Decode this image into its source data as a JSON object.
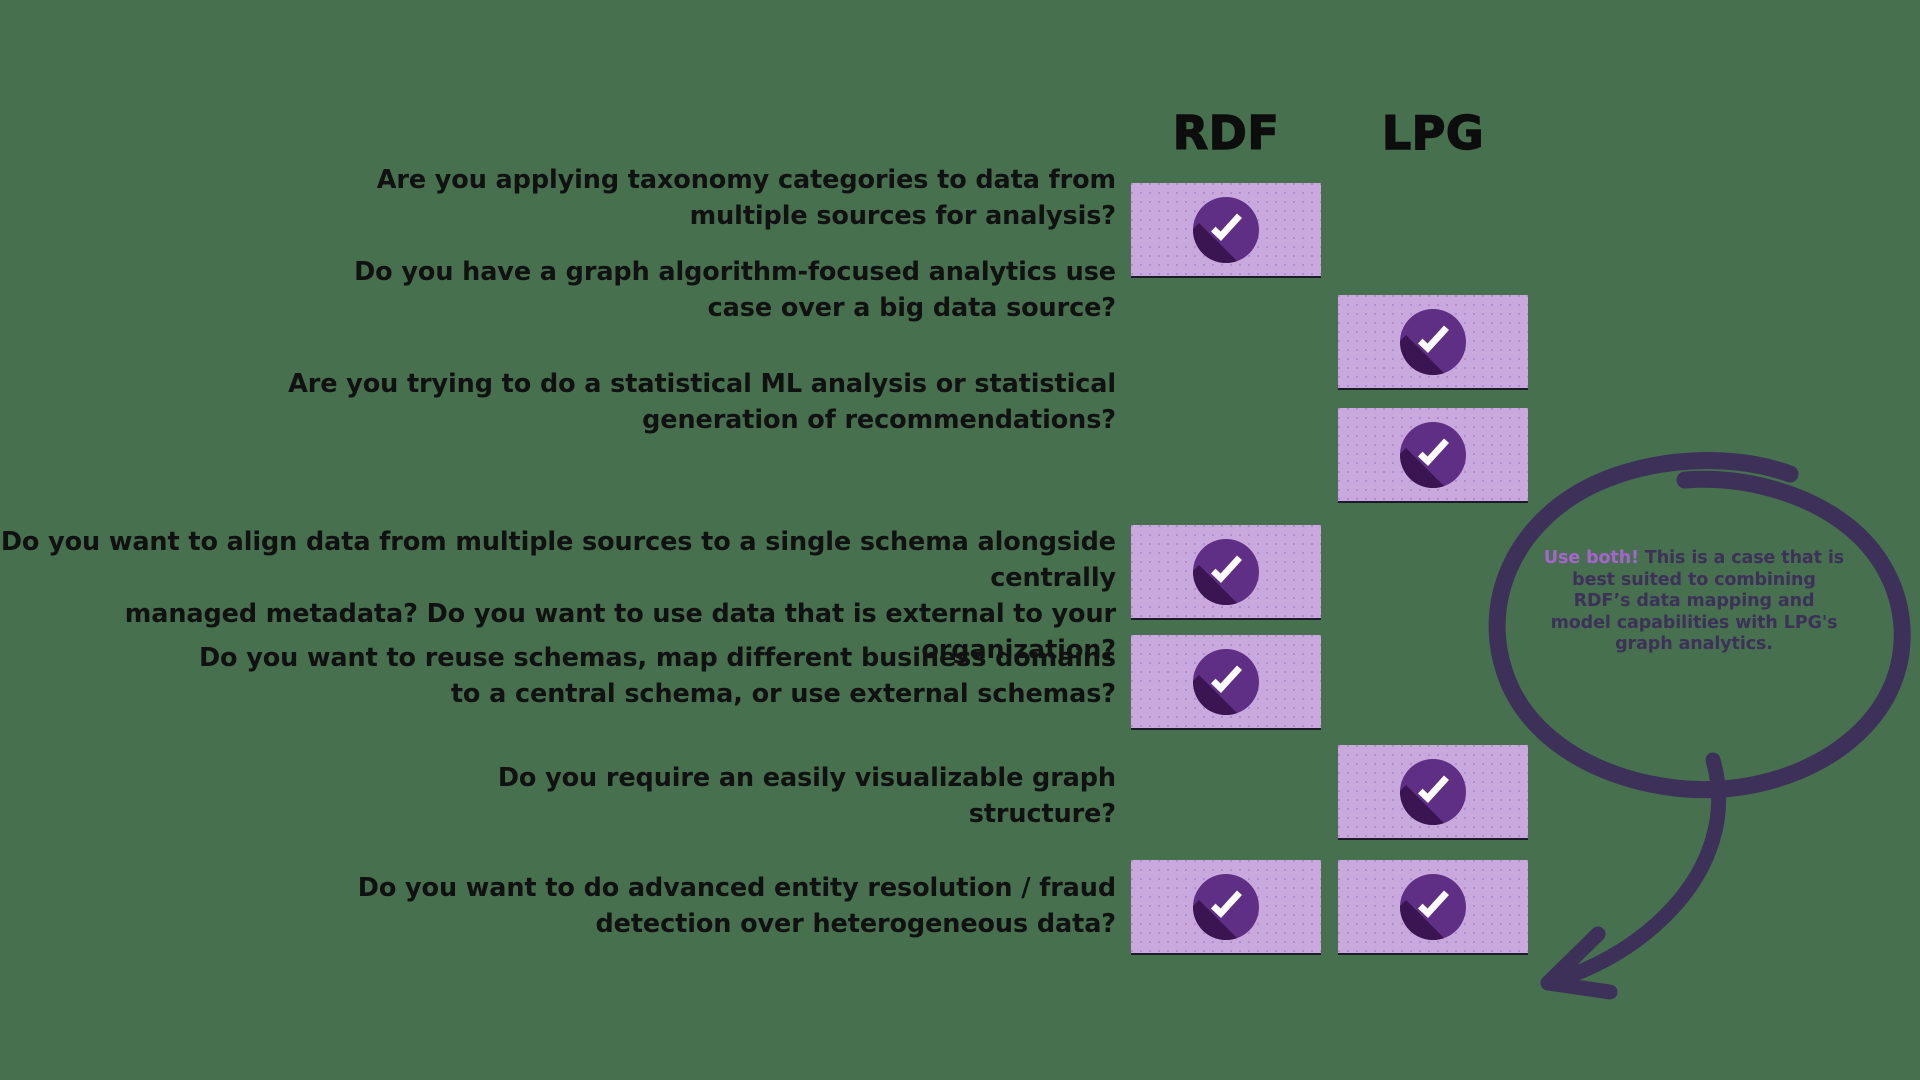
{
  "meta": {
    "background_color": "#47704f",
    "cell_color": "#c9a8de",
    "badge_color": "#5f2f86",
    "badge_shadow_color": "#3a1551",
    "annotation_color": "#3d3159",
    "annotation_highlight_color": "#a763cf",
    "text_color": "#111111"
  },
  "columns": [
    {
      "id": "rdf",
      "label": "RDF"
    },
    {
      "id": "lpg",
      "label": "LPG"
    }
  ],
  "rows": [
    {
      "question": "Are you applying taxonomy categories to data from\nmultiple sources for analysis?",
      "rdf": true,
      "lpg": false
    },
    {
      "question": "Do you have a graph algorithm-focused analytics use\ncase over a big data source?",
      "rdf": false,
      "lpg": true
    },
    {
      "question": "Are you trying to do a statistical ML analysis or statistical\ngeneration of recommendations?",
      "rdf": false,
      "lpg": true
    },
    {
      "question": "Do you want to align data from multiple sources to a single schema alongside centrally\nmanaged metadata? Do you want to use data that is external to your organization?",
      "rdf": true,
      "lpg": false
    },
    {
      "question": "Do you want to reuse schemas, map different business domains\nto a central schema, or use external schemas?",
      "rdf": true,
      "lpg": false
    },
    {
      "question": "Do you require an easily visualizable graph\nstructure?",
      "rdf": false,
      "lpg": true
    },
    {
      "question": "Do you want to do advanced entity resolution / fraud\ndetection over heterogeneous data?",
      "rdf": true,
      "lpg": true
    }
  ],
  "annotation": {
    "highlight": "Use both!",
    "body": " This is a case that is best suited to combining RDF’s data mapping and model capabilities with LPG's graph analytics.",
    "full_text": "Use both! This is a case that is best suited to combining RDF’s data mapping and model capabilities with LPG's graph analytics.",
    "points_to_row": 7,
    "points_to_column": "lpg"
  },
  "icons": {
    "check": "check-circle-icon",
    "circle_highlight": "hand-drawn-ellipse-icon",
    "arrow": "hand-drawn-arrow-icon"
  }
}
